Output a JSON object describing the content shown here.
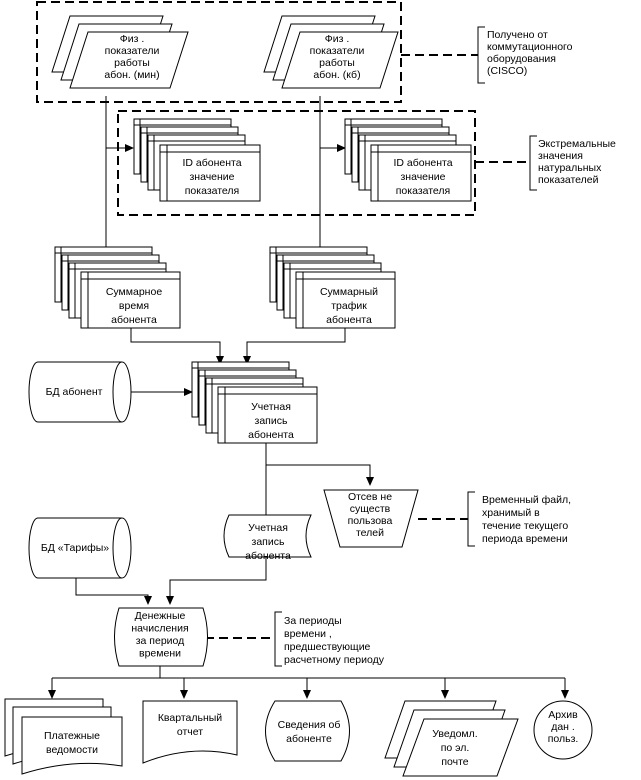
{
  "nodes": {
    "phys_min": [
      "Физ .",
      "показатели",
      "работы",
      "абон. (мин)"
    ],
    "phys_kb": [
      "Физ .",
      "показатели",
      "работы",
      "абон. (кб)"
    ],
    "id_left": [
      "ID абонента",
      "значение",
      "показателя"
    ],
    "id_right": [
      "ID абонента",
      "значение",
      "показателя"
    ],
    "sum_time": [
      "Суммарное",
      "время",
      "абонента"
    ],
    "sum_traffic": [
      "Суммарный",
      "трафик",
      "абонента"
    ],
    "db_subscriber": [
      "БД абонент"
    ],
    "account_record": [
      "Учетная",
      "запись",
      "абонента"
    ],
    "filter": [
      "Отсев не",
      "существ",
      "пользова",
      "телей"
    ],
    "db_tariffs": [
      "БД «Тарифы»"
    ],
    "account_record_doc": [
      "Учетная",
      "запись",
      "абонента"
    ],
    "charges": [
      "Денежные",
      "начисления",
      "за период",
      "времени"
    ],
    "payment_sheets": [
      "Платежные",
      "ведомости"
    ],
    "quarterly_report": [
      "Квартальный",
      "отчет"
    ],
    "subscriber_info": [
      "Сведения об",
      "абоненте"
    ],
    "email_notice": [
      "Уведомл.",
      "по эл.",
      "почте"
    ],
    "archive": [
      "Архив",
      "дан .",
      "польз."
    ]
  },
  "annotations": {
    "cisco": [
      "Получено от",
      "коммутационного",
      "оборудования",
      "(CISCO)"
    ],
    "extremes": [
      "Экстремальные",
      "значения",
      "натуральных",
      "показателей"
    ],
    "temp_file": [
      "Временный файл,",
      "хранимый в",
      "течение текущего",
      "периода времени"
    ],
    "prev_periods": [
      "За периоды",
      "времени   ,",
      "предшествующие",
      "расчетному периоду"
    ]
  }
}
